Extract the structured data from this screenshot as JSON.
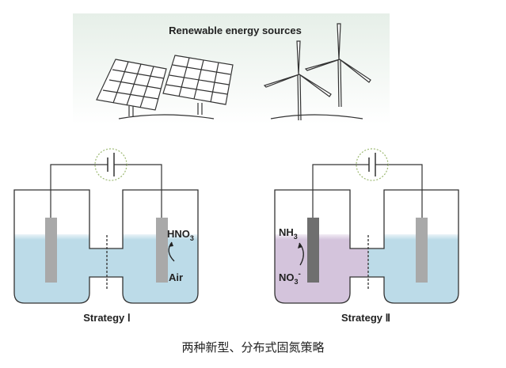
{
  "top_panel": {
    "title": "Renewable energy sources",
    "items": [
      "solar panels",
      "wind turbines"
    ]
  },
  "strategies": [
    {
      "label": "Strategy Ⅰ",
      "electrolyte_color": "#bcdbe8",
      "annotations": {
        "product": "HNO",
        "product_sub": "3",
        "reactant": "Air"
      }
    },
    {
      "label": "Strategy Ⅱ",
      "left_electrolyte_color": "#d4c4dc",
      "right_electrolyte_color": "#bcdbe8",
      "annotations": {
        "product": "NH",
        "product_sub": "3",
        "reactant": "NO",
        "reactant_sub": "3",
        "reactant_sup": "-"
      }
    }
  ],
  "caption": "两种新型、分布式固氮策略"
}
